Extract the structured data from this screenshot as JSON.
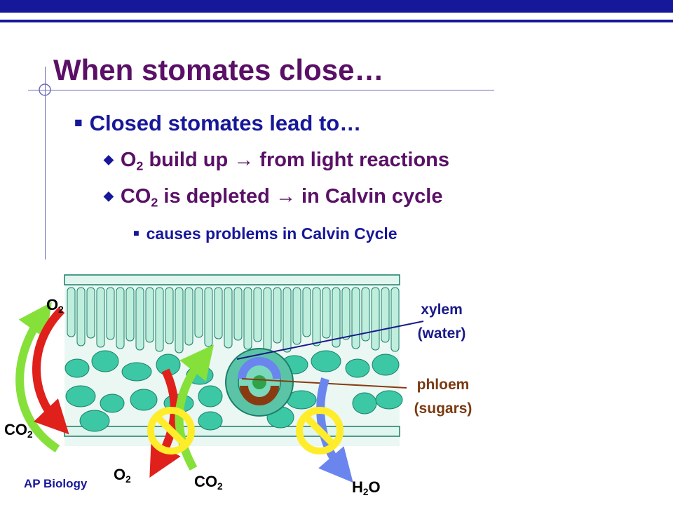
{
  "title": "When stomates close…",
  "bullets": {
    "level1": "Closed stomates lead to…",
    "o2": {
      "pre": "O",
      "sub": "2",
      "mid": " build up ",
      "arrow": "→",
      "post": " from light reactions"
    },
    "co2": {
      "pre": "CO",
      "sub": "2",
      "mid": " is depleted ",
      "arrow": "→",
      "post": " in Calvin cycle"
    },
    "level3": "causes problems in Calvin Cycle"
  },
  "diagram": {
    "labels": {
      "o2_top": {
        "main": "O",
        "sub": "2"
      },
      "co2_left": {
        "main": "CO",
        "sub": "2"
      },
      "o2_bottom": {
        "main": "O",
        "sub": "2"
      },
      "co2_bottom": {
        "main": "CO",
        "sub": "2"
      },
      "h2o": {
        "a": "H",
        "sub": "2",
        "b": "O"
      },
      "xylem_line1": "xylem",
      "xylem_line2": "(water)",
      "phloem_line1": "phloem",
      "phloem_line2": "(sugars)"
    },
    "colors": {
      "o2_arrow": "#e0201a",
      "co2_arrow": "#86e03a",
      "water_arrow": "#6a86ee",
      "blocked_symbol": "#ffec2a",
      "cell": "#3cc8a4",
      "cell_edge": "#1a7f6a"
    }
  },
  "footer": "AP Biology"
}
